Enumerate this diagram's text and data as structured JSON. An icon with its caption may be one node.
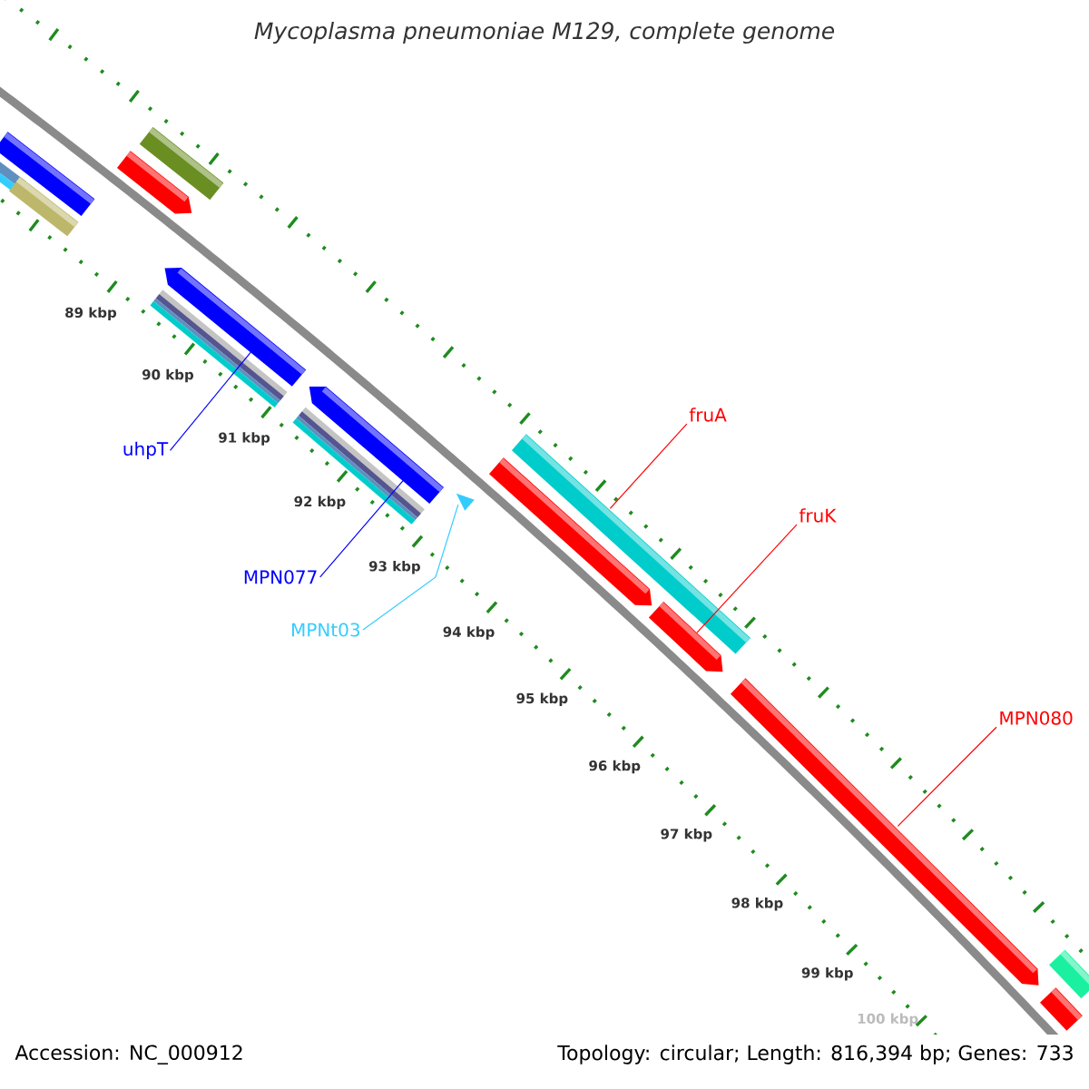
{
  "diagram": {
    "title": "Mycoplasma pneumoniae M129, complete genome",
    "nodes": [
      {
        "text": [
          "uhpT"
        ]
      },
      {
        "text": [
          "MPN077"
        ]
      },
      {
        "text": [
          "MPNt03"
        ]
      },
      {
        "text": [
          "fruA"
        ]
      },
      {
        "text": [
          "fruK"
        ]
      },
      {
        "text": [
          "MPN080"
        ]
      },
      {
        "text": [],
        "shape": "bar"
      },
      {
        "text": [],
        "shape": "arrow"
      },
      {
        "text": [],
        "shape": "bar"
      },
      {
        "text": [],
        "shape": "arrow"
      },
      {
        "text": [],
        "shape": "arrow"
      },
      {
        "text": [],
        "shape": "triangle"
      },
      {
        "text": [],
        "shape": "arrow"
      },
      {
        "text": [],
        "shape": "bar"
      },
      {
        "text": [],
        "shape": "arrow"
      },
      {
        "text": [],
        "shape": "arrow"
      },
      {
        "text": [],
        "shape": "bar"
      },
      {
        "text": [],
        "shape": "bar"
      }
    ],
    "edges": [
      {
        "from": 0,
        "to": 9,
        "arrow": "none",
        "color": "#0000ff"
      },
      {
        "from": 1,
        "to": 10,
        "arrow": "none",
        "color": "#0000ff"
      },
      {
        "from": 2,
        "to": 11,
        "arrow": "none",
        "color": "#33ccff"
      },
      {
        "from": 3,
        "to": 13,
        "arrow": "none",
        "color": "#ff0000"
      },
      {
        "from": 4,
        "to": 14,
        "arrow": "none",
        "color": "#ff0000"
      },
      {
        "from": 5,
        "to": 15,
        "arrow": "none",
        "color": "#ff0000"
      }
    ],
    "labels": [
      "89 kbp",
      "90 kbp",
      "91 kbp",
      "92 kbp",
      "93 kbp",
      "94 kbp",
      "95 kbp",
      "96 kbp",
      "97 kbp",
      "98 kbp",
      "99 kbp",
      "100 kbp",
      "Accession: NC_000912",
      "Topology: circular; Length: 816,394 bp; Genes: 733"
    ]
  }
}
